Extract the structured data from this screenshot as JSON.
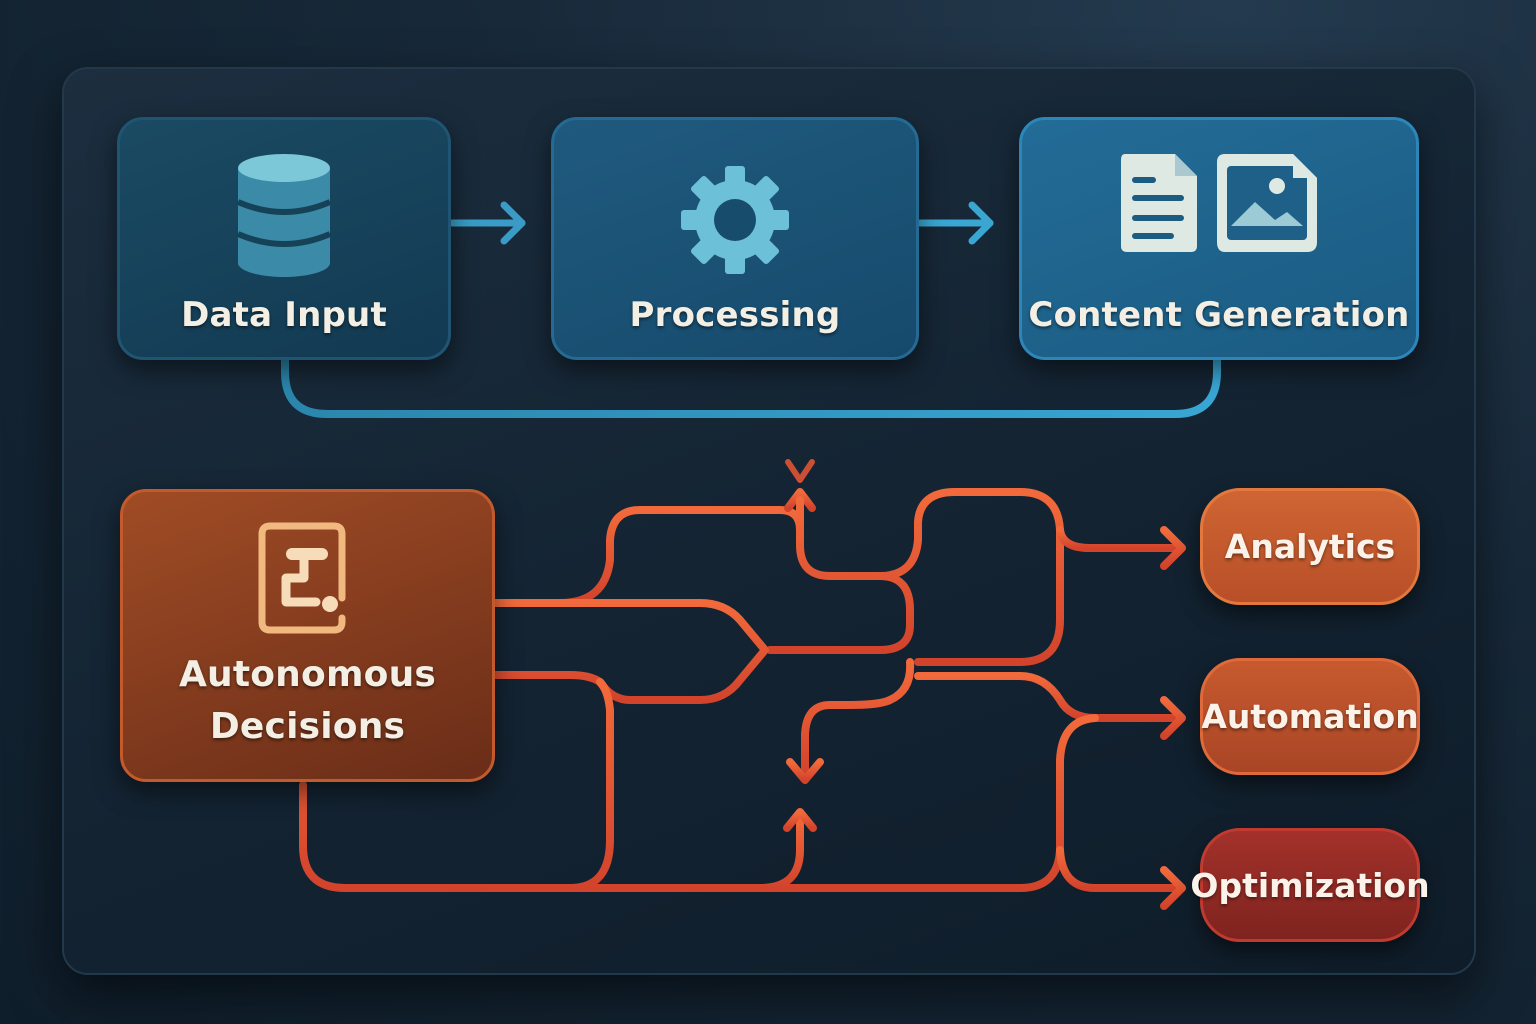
{
  "diagram": {
    "top_row": [
      {
        "id": "data-input",
        "label": "Data Input",
        "icon": "database-icon"
      },
      {
        "id": "processing",
        "label": "Processing",
        "icon": "gear-icon"
      },
      {
        "id": "content-generation",
        "label": "Content Generation",
        "icons": [
          "document-icon",
          "image-icon"
        ]
      }
    ],
    "decision_node": {
      "label_line1": "Autonomous",
      "label_line2": "Decisions",
      "icon": "flowchart-icon"
    },
    "outputs": [
      {
        "id": "analytics",
        "label": "Analytics"
      },
      {
        "id": "automation",
        "label": "Automation"
      },
      {
        "id": "optimization",
        "label": "Optimization"
      }
    ],
    "colors": {
      "background": "#142433",
      "blue_accent": "#3aa3cf",
      "orange_accent": "#f0643a",
      "red_accent": "#a3312a",
      "text": "#f4efe4"
    }
  }
}
